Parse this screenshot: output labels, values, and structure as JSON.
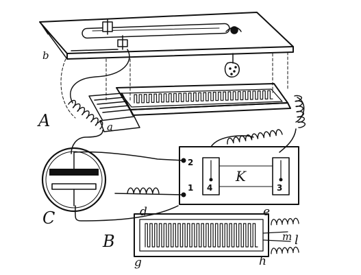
{
  "labels": {
    "A": "A",
    "B": "B",
    "C": "C",
    "K": "K",
    "a": "a",
    "b": "b",
    "d": "d",
    "e": "e",
    "g": "g",
    "h": "h",
    "m": "m",
    "l": "l"
  },
  "terminals": {
    "t1": "1",
    "t2": "2",
    "t3": "3",
    "t4": "4"
  },
  "colors": {
    "ink": "#111111",
    "paper": "#ffffff"
  }
}
